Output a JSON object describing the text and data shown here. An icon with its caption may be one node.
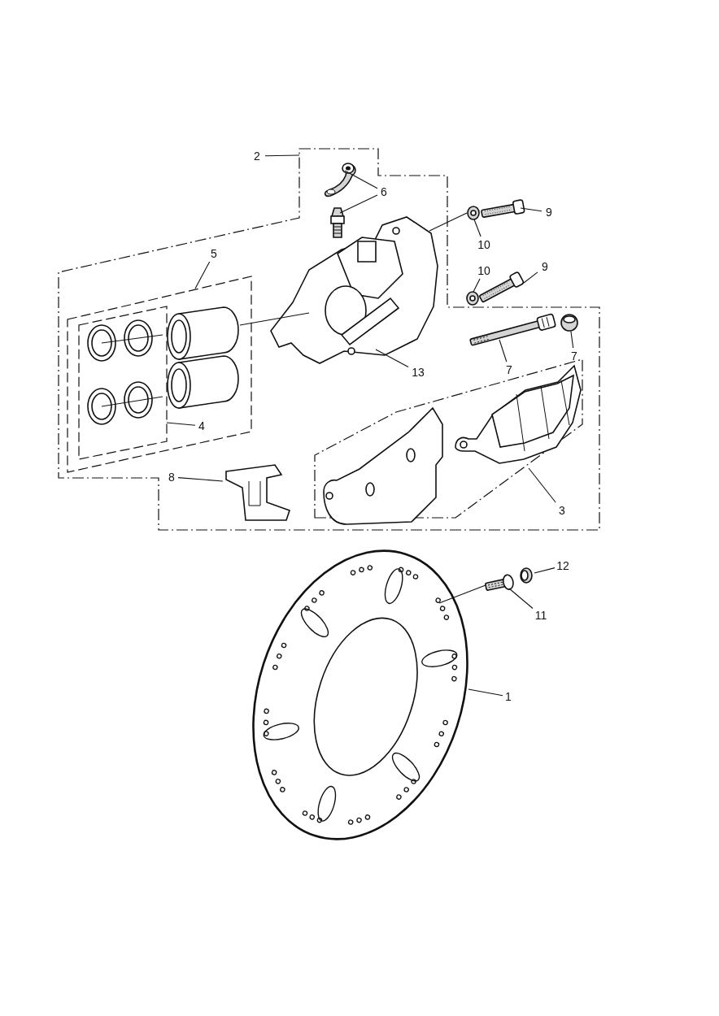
{
  "diagram": {
    "nodes": [
      {
        "text": [
          "2"
        ]
      },
      {
        "text": [],
        "shape": "box"
      },
      {
        "text": [
          "6"
        ],
        "in": 1
      },
      {
        "text": [],
        "shape": "picture",
        "in": 1
      },
      {
        "text": [],
        "shape": "picture",
        "in": 1
      },
      {
        "text": [
          "9"
        ]
      },
      {
        "text": [],
        "shape": "picture"
      },
      {
        "text": [
          "10"
        ]
      },
      {
        "text": [],
        "shape": "picture"
      },
      {
        "text": [],
        "shape": "picture",
        "in": 1
      },
      {
        "text": [
          "5"
        ],
        "in": 1
      },
      {
        "text": [],
        "shape": "box",
        "in": 1
      },
      {
        "text": [
          "10"
        ]
      },
      {
        "text": [
          "9"
        ]
      },
      {
        "text": [],
        "shape": "picture"
      },
      {
        "text": [],
        "shape": "picture"
      },
      {
        "text": [],
        "shape": "box",
        "in": 11
      },
      {
        "text": [],
        "shape": "picture",
        "in": 16
      },
      {
        "text": [],
        "shape": "picture",
        "in": 11
      },
      {
        "text": [
          "4"
        ],
        "in": 11
      },
      {
        "text": [],
        "shape": "picture",
        "in": 1
      },
      {
        "text": [],
        "shape": "picture",
        "in": 1
      },
      {
        "text": [
          "7"
        ],
        "in": 1
      },
      {
        "text": [
          "7"
        ],
        "in": 1
      },
      {
        "text": [
          "13"
        ],
        "in": 1
      },
      {
        "text": [
          "8"
        ],
        "in": 1
      },
      {
        "text": [],
        "shape": "picture",
        "in": 1
      },
      {
        "text": [],
        "shape": "picture",
        "in": 1
      },
      {
        "text": [],
        "shape": "picture",
        "in": 1
      },
      {
        "text": [
          "3"
        ],
        "in": 1
      },
      {
        "text": [],
        "shape": "picture"
      },
      {
        "text": [],
        "shape": "picture"
      },
      {
        "text": [
          "12"
        ]
      },
      {
        "text": [
          "11"
        ]
      },
      {
        "text": [],
        "shape": "picture"
      },
      {
        "text": [
          "1"
        ]
      }
    ],
    "edges": [
      {
        "from": 0,
        "to": 1,
        "arrow": "none"
      },
      {
        "from": 2,
        "to": 3,
        "arrow": "none"
      },
      {
        "from": 2,
        "to": 4,
        "arrow": "none"
      },
      {
        "from": 5,
        "to": 6,
        "arrow": "none"
      },
      {
        "from": 7,
        "to": 8,
        "arrow": "none"
      },
      {
        "from": 8,
        "to": 9,
        "arrow": "none"
      },
      {
        "from": 10,
        "to": 11,
        "arrow": "none"
      },
      {
        "from": 12,
        "to": 14,
        "arrow": "none"
      },
      {
        "from": 13,
        "to": 15,
        "arrow": "none"
      },
      {
        "from": 19,
        "to": 16,
        "arrow": "none"
      },
      {
        "from": 18,
        "to": 9,
        "arrow": "none"
      },
      {
        "from": 22,
        "to": 20,
        "arrow": "none"
      },
      {
        "from": 23,
        "to": 21,
        "arrow": "none"
      },
      {
        "from": 24,
        "to": 9,
        "arrow": "none"
      },
      {
        "from": 25,
        "to": 26,
        "arrow": "none"
      },
      {
        "from": 29,
        "to": 28,
        "arrow": "none"
      },
      {
        "from": 32,
        "to": 31,
        "arrow": "none"
      },
      {
        "from": 33,
        "to": 30,
        "arrow": "none"
      },
      {
        "from": 30,
        "to": 34,
        "arrow": "none"
      },
      {
        "from": 35,
        "to": 34,
        "arrow": "none"
      }
    ]
  }
}
